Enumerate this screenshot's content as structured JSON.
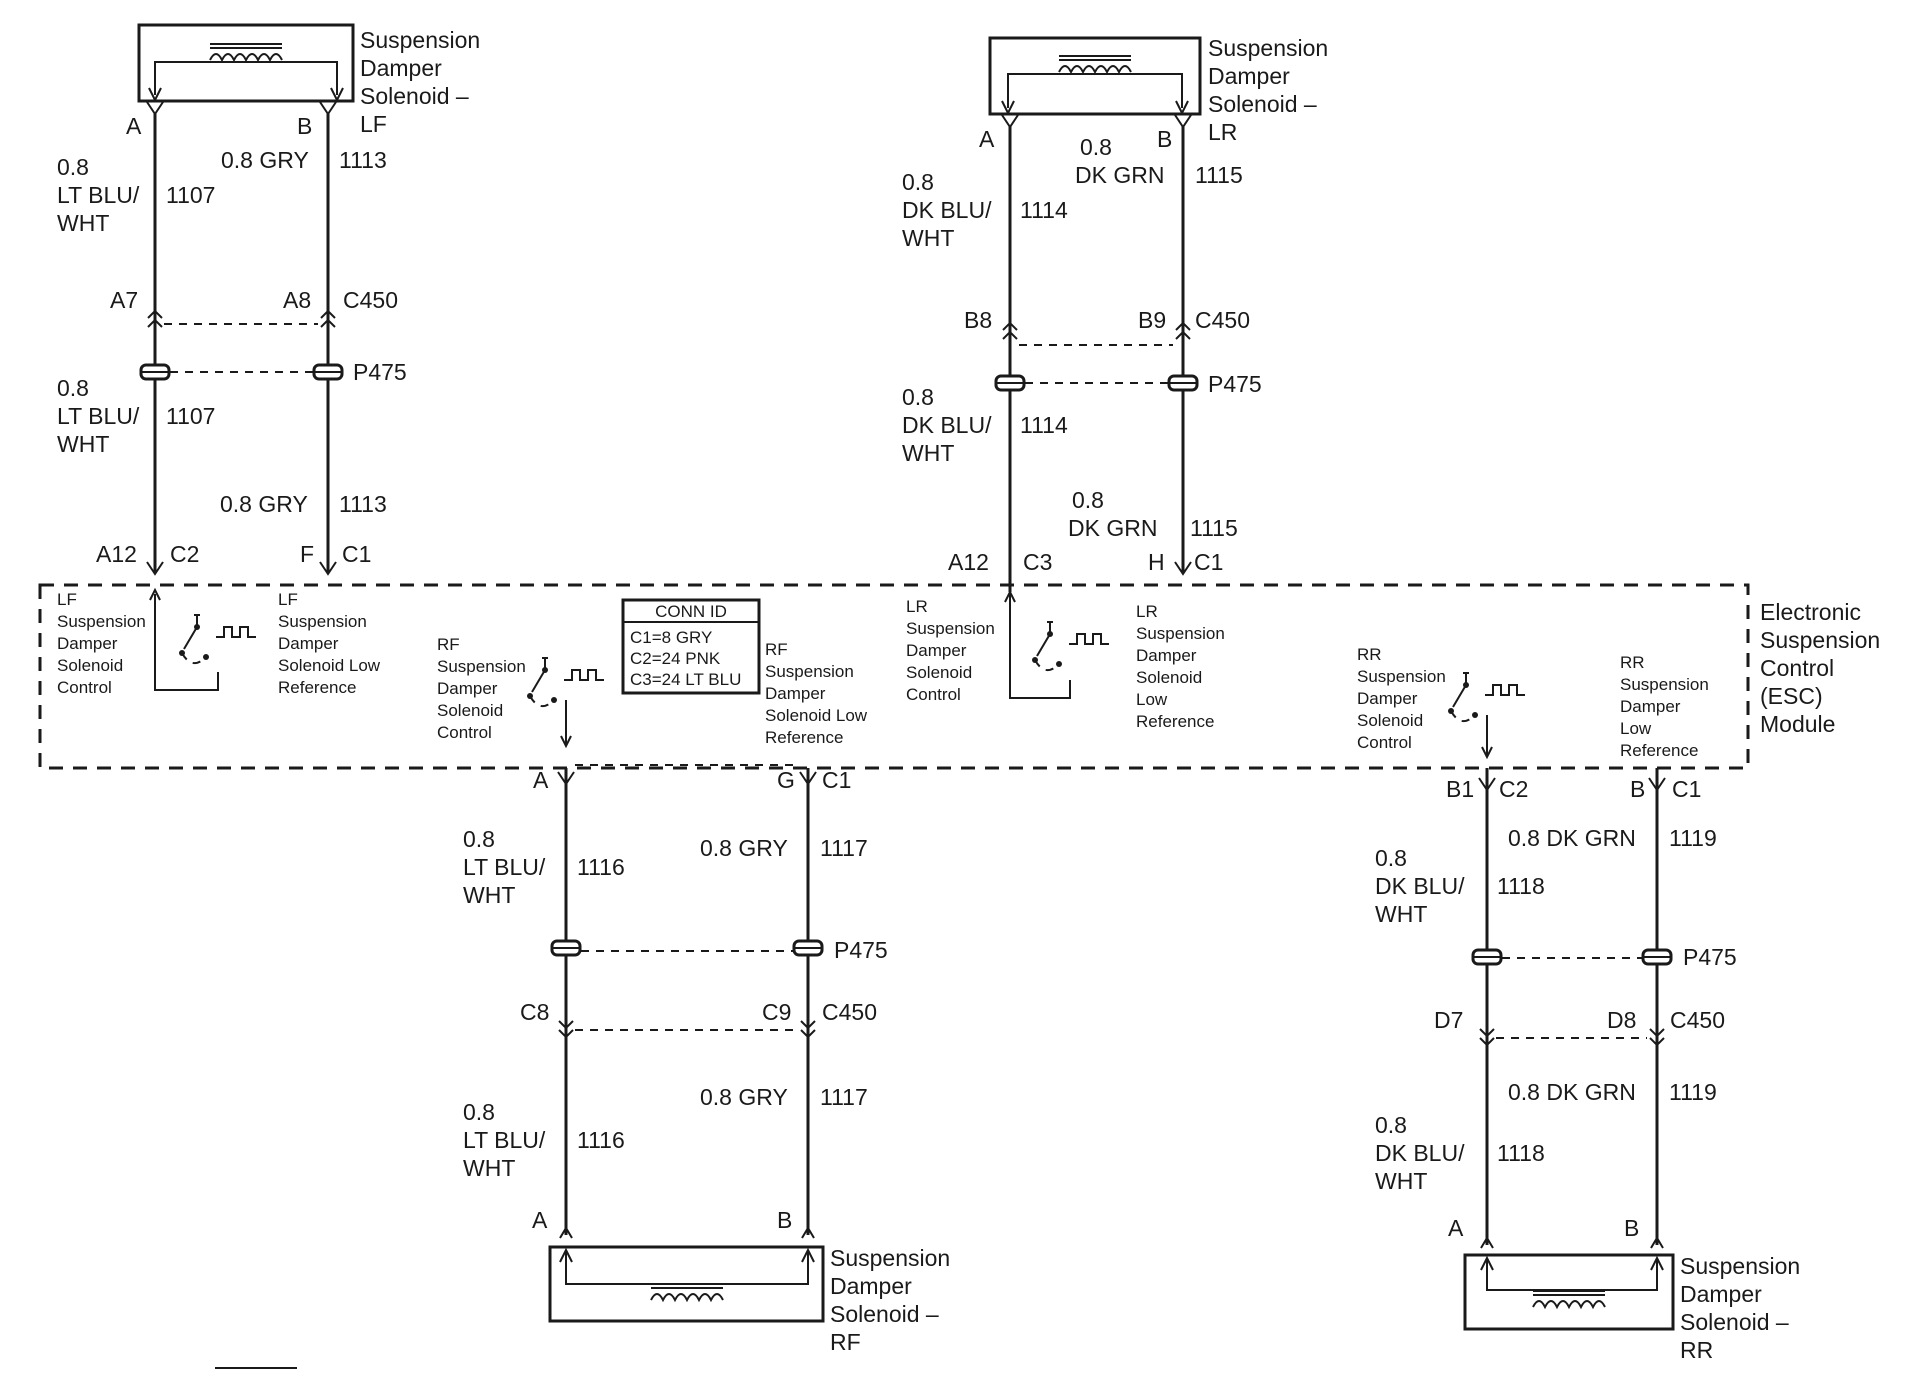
{
  "module": {
    "name_lines": [
      "Electronic",
      "Suspension",
      "Control",
      "(ESC)",
      "Module"
    ],
    "conn_id": {
      "title": "CONN ID",
      "lines": [
        "C1=8 GRY",
        "C2=24 PNK",
        "C3=24 LT BLU"
      ]
    },
    "pins": {
      "lf_ctrl": {
        "pin": "A12",
        "conn": "C2"
      },
      "lf_low": {
        "pin": "F",
        "conn": "C1"
      },
      "lr_ctrl": {
        "pin": "A12",
        "conn": "C3"
      },
      "lr_low": {
        "pin": "H",
        "conn": "C1"
      },
      "rf_ctrl": {
        "pin": "A",
        "conn": ""
      },
      "rf_low": {
        "pin": "G",
        "conn": "C1"
      },
      "rr_ctrl": {
        "pin": "B1",
        "conn": "C2"
      },
      "rr_low": {
        "pin": "B",
        "conn": "C1"
      }
    },
    "circuits": {
      "lf_ctrl": [
        "LF",
        "Suspension",
        "Damper",
        "Solenoid",
        "Control"
      ],
      "lf_low": [
        "LF",
        "Suspension",
        "Damper",
        "Solenoid Low",
        "Reference"
      ],
      "rf_ctrl": [
        "RF",
        "Suspension",
        "Damper",
        "Solenoid",
        "Control"
      ],
      "rf_low": [
        "RF",
        "Suspension",
        "Damper",
        "Solenoid Low",
        "Reference"
      ],
      "lr_ctrl": [
        "LR",
        "Suspension",
        "Damper",
        "Solenoid",
        "Control"
      ],
      "lr_low": [
        "LR",
        "Suspension",
        "Damper",
        "Solenoid",
        "Low",
        "Reference"
      ],
      "rr_ctrl": [
        "RR",
        "Suspension",
        "Damper",
        "Solenoid",
        "Control"
      ],
      "rr_low": [
        "RR",
        "Suspension",
        "Damper",
        "Low",
        "Reference"
      ]
    }
  },
  "solenoids": {
    "lf": {
      "lines": [
        "Suspension",
        "Damper",
        "Solenoid –",
        "LF"
      ],
      "pin_a": "A",
      "pin_b": "B"
    },
    "lr": {
      "lines": [
        "Suspension",
        "Damper",
        "Solenoid –",
        "LR"
      ],
      "pin_a": "A",
      "pin_b": "B"
    },
    "rf": {
      "lines": [
        "Suspension",
        "Damper",
        "Solenoid –",
        "RF"
      ],
      "pin_a": "A",
      "pin_b": "B"
    },
    "rr": {
      "lines": [
        "Suspension",
        "Damper",
        "Solenoid –",
        "RR"
      ],
      "pin_a": "A",
      "pin_b": "B"
    }
  },
  "connectors": {
    "c450": "C450",
    "p475": "P475",
    "lf": {
      "a": "A7",
      "b": "A8"
    },
    "lr": {
      "a": "B8",
      "b": "B9"
    },
    "rf": {
      "a": "C8",
      "b": "C9"
    },
    "rr": {
      "a": "D7",
      "b": "D8"
    }
  },
  "wires": {
    "lf_a": {
      "size": "0.8",
      "color_lines": [
        "LT BLU/",
        "WHT"
      ],
      "circuit": "1107"
    },
    "lf_b": {
      "label": "0.8 GRY",
      "circuit": "1113"
    },
    "lr_a": {
      "size": "0.8",
      "color_lines": [
        "DK BLU/",
        "WHT"
      ],
      "circuit": "1114"
    },
    "lr_b": {
      "size": "0.8",
      "color": "DK GRN",
      "circuit": "1115"
    },
    "rf_a": {
      "size": "0.8",
      "color_lines": [
        "LT BLU/",
        "WHT"
      ],
      "circuit": "1116"
    },
    "rf_b": {
      "label": "0.8 GRY",
      "circuit": "1117"
    },
    "rr_a": {
      "size": "0.8",
      "color_lines": [
        "DK BLU/",
        "WHT"
      ],
      "circuit": "1118"
    },
    "rr_b": {
      "label": "0.8 DK GRN",
      "circuit": "1119"
    }
  }
}
